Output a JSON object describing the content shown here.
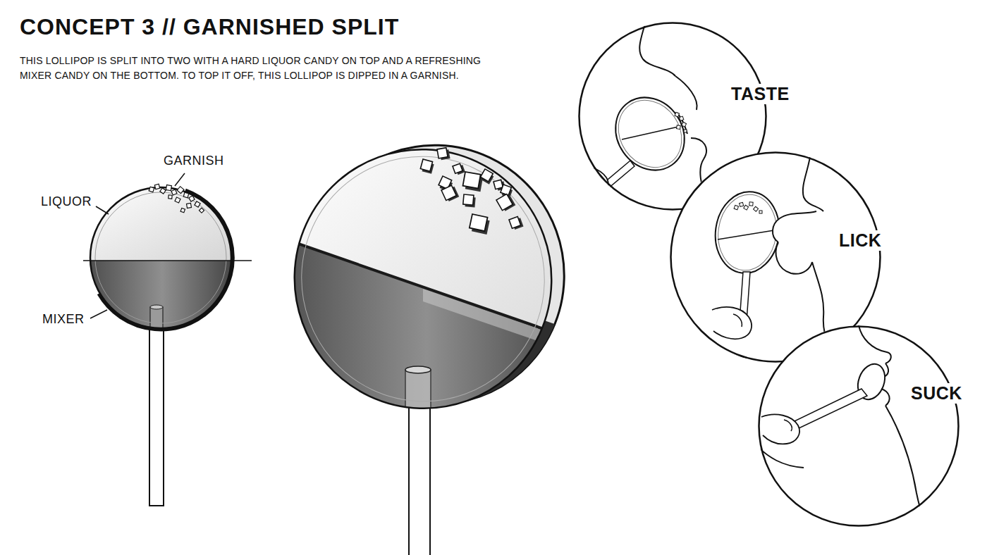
{
  "diagram": {
    "title": "CONCEPT 3 // GARNISHED SPLIT",
    "caption": "THIS LOLLIPOP IS SPLIT INTO TWO WITH A HARD LIQUOR CANDY ON TOP AND A REFRESHING MIXER CANDY ON THE BOTTOM. TO TOP IT OFF, THIS LOLLIPOP IS DIPPED IN A GARNISH.",
    "nodes": [
      {
        "text": [
          "TASTE"
        ]
      },
      {
        "text": [
          "LICK"
        ]
      },
      {
        "text": [
          "SUCK"
        ]
      }
    ],
    "labels": [
      "GARNISH",
      "LIQUOR",
      "MIXER"
    ]
  }
}
